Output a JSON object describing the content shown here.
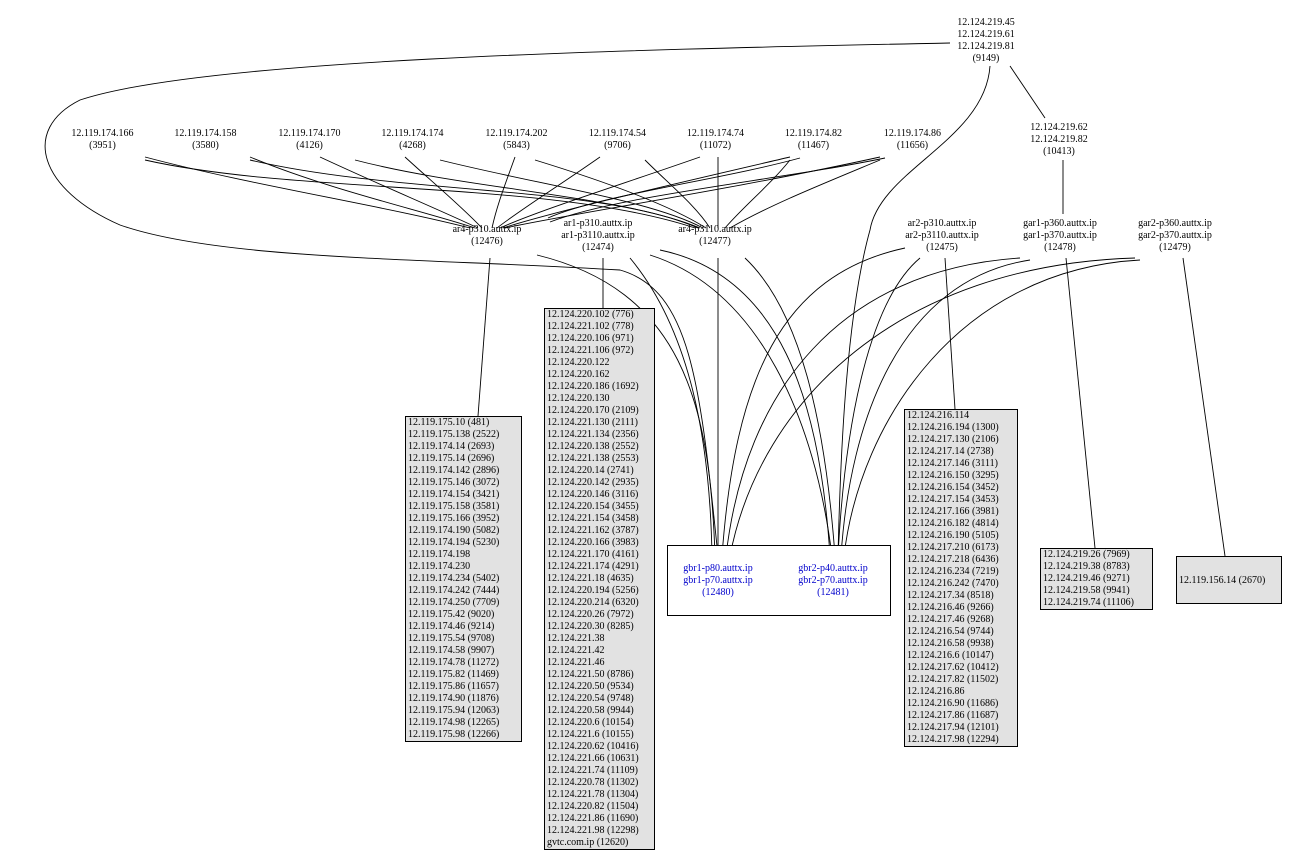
{
  "nodes": {
    "top": {
      "lines": [
        "12.124.219.45",
        "12.124.219.61",
        "12.124.219.81",
        "(9149)"
      ]
    },
    "n62": {
      "lines": [
        "12.124.219.62",
        "12.124.219.82",
        "(10413)"
      ]
    },
    "leaf166": {
      "lines": [
        "12.119.174.166",
        "(3951)"
      ]
    },
    "leaf158": {
      "lines": [
        "12.119.174.158",
        "(3580)"
      ]
    },
    "leaf170": {
      "lines": [
        "12.119.174.170",
        "(4126)"
      ]
    },
    "leaf174": {
      "lines": [
        "12.119.174.174",
        "(4268)"
      ]
    },
    "leaf202": {
      "lines": [
        "12.119.174.202",
        "(5843)"
      ]
    },
    "leaf54": {
      "lines": [
        "12.119.174.54",
        "(9706)"
      ]
    },
    "leaf74": {
      "lines": [
        "12.119.174.74",
        "(11072)"
      ]
    },
    "leaf82": {
      "lines": [
        "12.119.174.82",
        "(11467)"
      ]
    },
    "leaf86": {
      "lines": [
        "12.119.174.86",
        "(11656)"
      ]
    },
    "ar4p310": {
      "lines": [
        "ar4-p310.auttx.ip",
        "(12476)"
      ]
    },
    "ar1": {
      "lines": [
        "ar1-p310.auttx.ip",
        "ar1-p3110.auttx.ip",
        "(12474)"
      ]
    },
    "ar4p3110": {
      "lines": [
        "ar4-p3110.auttx.ip",
        "(12477)"
      ]
    },
    "ar2": {
      "lines": [
        "ar2-p310.auttx.ip",
        "ar2-p3110.auttx.ip",
        "(12475)"
      ]
    },
    "gar1": {
      "lines": [
        "gar1-p360.auttx.ip",
        "gar1-p370.auttx.ip",
        "(12478)"
      ]
    },
    "gar2": {
      "lines": [
        "gar2-p360.auttx.ip",
        "gar2-p370.auttx.ip",
        "(12479)"
      ]
    },
    "gbr1": {
      "lines": [
        "gbr1-p80.auttx.ip",
        "gbr1-p70.auttx.ip",
        "(12480)"
      ]
    },
    "gbr2": {
      "lines": [
        "gbr2-p40.auttx.ip",
        "gbr2-p70.auttx.ip",
        "(12481)"
      ]
    }
  },
  "boxes": {
    "box_ar4": [
      "12.119.175.10 (481)",
      "12.119.175.138 (2522)",
      "12.119.174.14 (2693)",
      "12.119.175.14 (2696)",
      "12.119.174.142 (2896)",
      "12.119.175.146 (3072)",
      "12.119.174.154 (3421)",
      "12.119.175.158 (3581)",
      "12.119.175.166 (3952)",
      "12.119.174.190 (5082)",
      "12.119.174.194 (5230)",
      "12.119.174.198",
      "12.119.174.230",
      "12.119.174.234 (5402)",
      "12.119.174.242 (7444)",
      "12.119.174.250 (7709)",
      "12.119.175.42 (9020)",
      "12.119.174.46 (9214)",
      "12.119.175.54 (9708)",
      "12.119.174.58 (9907)",
      "12.119.174.78 (11272)",
      "12.119.175.82 (11469)",
      "12.119.175.86 (11657)",
      "12.119.174.90 (11876)",
      "12.119.175.94 (12063)",
      "12.119.174.98 (12265)",
      "12.119.175.98 (12266)"
    ],
    "box_ar1": [
      "12.124.220.102 (776)",
      "12.124.221.102 (778)",
      "12.124.220.106 (971)",
      "12.124.221.106 (972)",
      "12.124.220.122",
      "12.124.220.162",
      "12.124.220.186 (1692)",
      "12.124.220.130",
      "12.124.220.170 (2109)",
      "12.124.221.130 (2111)",
      "12.124.221.134 (2356)",
      "12.124.220.138 (2552)",
      "12.124.221.138 (2553)",
      "12.124.220.14 (2741)",
      "12.124.220.142 (2935)",
      "12.124.220.146 (3116)",
      "12.124.220.154 (3455)",
      "12.124.221.154 (3458)",
      "12.124.221.162 (3787)",
      "12.124.220.166 (3983)",
      "12.124.221.170 (4161)",
      "12.124.221.174 (4291)",
      "12.124.221.18 (4635)",
      "12.124.220.194 (5256)",
      "12.124.220.214 (6320)",
      "12.124.220.26 (7972)",
      "12.124.220.30 (8285)",
      "12.124.221.38",
      "12.124.221.42",
      "12.124.221.46",
      "12.124.221.50 (8786)",
      "12.124.220.50 (9534)",
      "12.124.220.54 (9748)",
      "12.124.220.58 (9944)",
      "12.124.220.6 (10154)",
      "12.124.221.6 (10155)",
      "12.124.220.62 (10416)",
      "12.124.221.66 (10631)",
      "12.124.221.74 (11109)",
      "12.124.220.78 (11302)",
      "12.124.221.78 (11304)",
      "12.124.220.82 (11504)",
      "12.124.221.86 (11690)",
      "12.124.221.98 (12298)",
      "gvtc.com.ip (12620)"
    ],
    "box_ar2": [
      "12.124.216.114",
      "12.124.216.194 (1300)",
      "12.124.217.130 (2106)",
      "12.124.217.14 (2738)",
      "12.124.217.146 (3111)",
      "12.124.216.150 (3295)",
      "12.124.216.154 (3452)",
      "12.124.217.154 (3453)",
      "12.124.217.166 (3981)",
      "12.124.216.182 (4814)",
      "12.124.216.190 (5105)",
      "12.124.217.210 (6173)",
      "12.124.217.218 (6436)",
      "12.124.216.234 (7219)",
      "12.124.216.242 (7470)",
      "12.124.217.34 (8518)",
      "12.124.216.46 (9266)",
      "12.124.217.46 (9268)",
      "12.124.216.54 (9744)",
      "12.124.216.58 (9938)",
      "12.124.216.6 (10147)",
      "12.124.217.62 (10412)",
      "12.124.217.82 (11502)",
      "12.124.216.86",
      "12.124.216.90 (11686)",
      "12.124.217.86 (11687)",
      "12.124.217.94 (12101)",
      "12.124.217.98 (12294)"
    ],
    "box_gar1": [
      "12.124.219.26 (7969)",
      "12.124.219.38 (8783)",
      "12.124.219.46 (9271)",
      "12.124.219.58 (9941)",
      "12.124.219.74 (11106)"
    ],
    "box_gar2": [
      "12.119.156.14 (2670)"
    ]
  },
  "colors": {
    "link_text": "#0000cc",
    "box_fill": "#e2e2e2",
    "edge": "#000000"
  }
}
